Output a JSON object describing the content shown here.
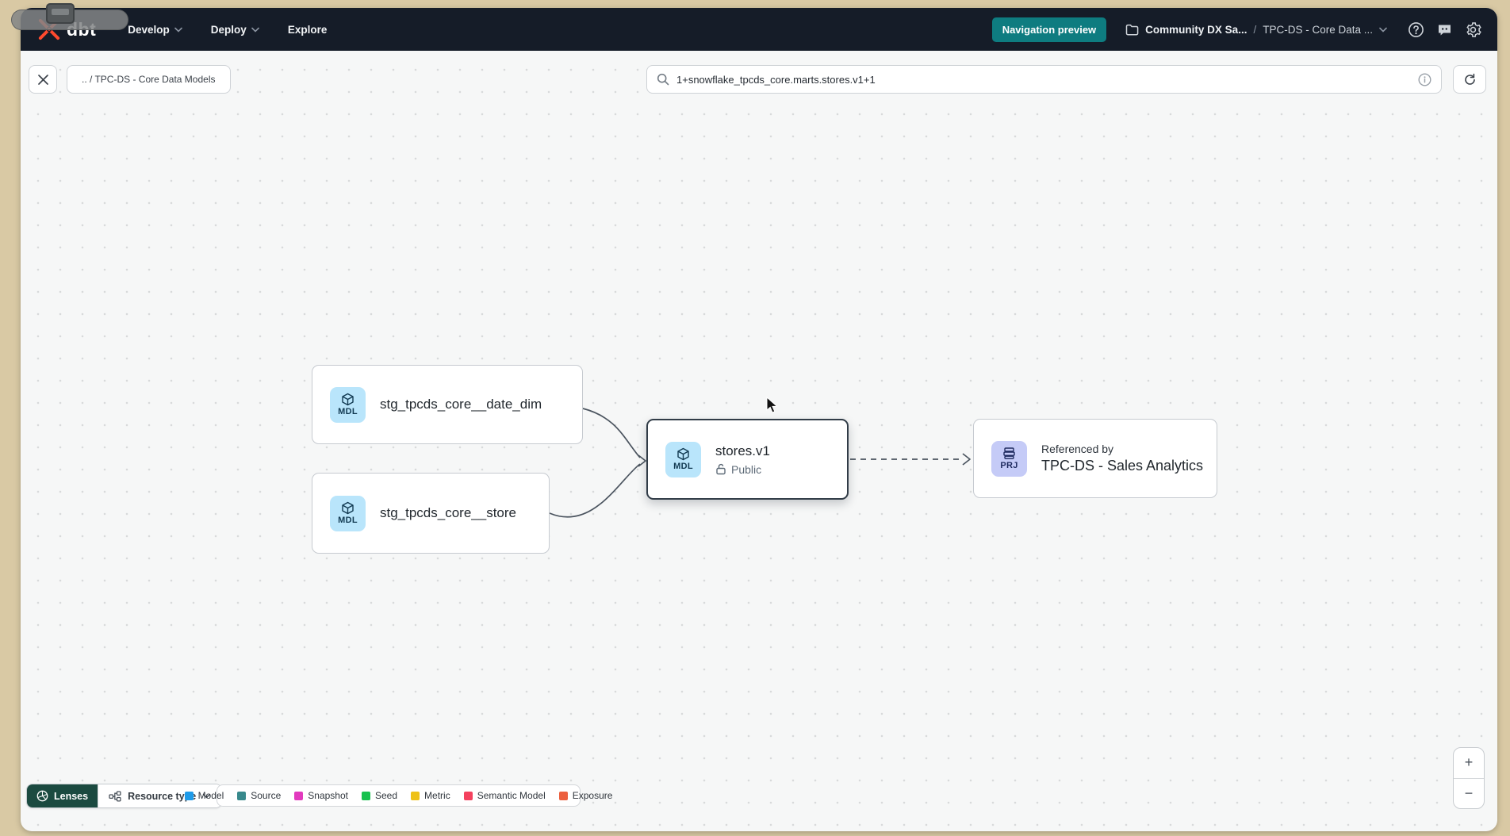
{
  "navbar": {
    "logo_text": "dbt",
    "menus": [
      {
        "label": "Develop"
      },
      {
        "label": "Deploy"
      },
      {
        "label": "Explore"
      }
    ],
    "preview_badge": "Navigation preview",
    "breadcrumb": {
      "account": "Community DX Sa...",
      "separator": "/",
      "project": "TPC-DS - Core Data ..."
    }
  },
  "toolbar": {
    "path_chip": ".. / TPC-DS - Core Data Models",
    "search": {
      "value": "1+snowflake_tpcds_core.marts.stores.v1+1"
    }
  },
  "graph": {
    "nodes": [
      {
        "badge": "MDL",
        "label": "stg_tpcds_core__date_dim"
      },
      {
        "badge": "MDL",
        "label": "stg_tpcds_core__store"
      },
      {
        "badge": "MDL",
        "label": "stores.v1",
        "access": "Public"
      },
      {
        "badge": "PRJ",
        "kicker": "Referenced by",
        "label": "TPC-DS - Sales Analytics"
      }
    ]
  },
  "footer": {
    "lenses_label": "Lenses",
    "resource_type_label": "Resource type",
    "legend": [
      {
        "label": "Model",
        "color": "#1e9be9"
      },
      {
        "label": "Source",
        "color": "#38898c"
      },
      {
        "label": "Snapshot",
        "color": "#e23abe"
      },
      {
        "label": "Seed",
        "color": "#17c14e"
      },
      {
        "label": "Metric",
        "color": "#eec118"
      },
      {
        "label": "Semantic Model",
        "color": "#f4415e"
      },
      {
        "label": "Exposure",
        "color": "#ec5f3e"
      }
    ],
    "zoom_in": "+",
    "zoom_out": "−"
  }
}
